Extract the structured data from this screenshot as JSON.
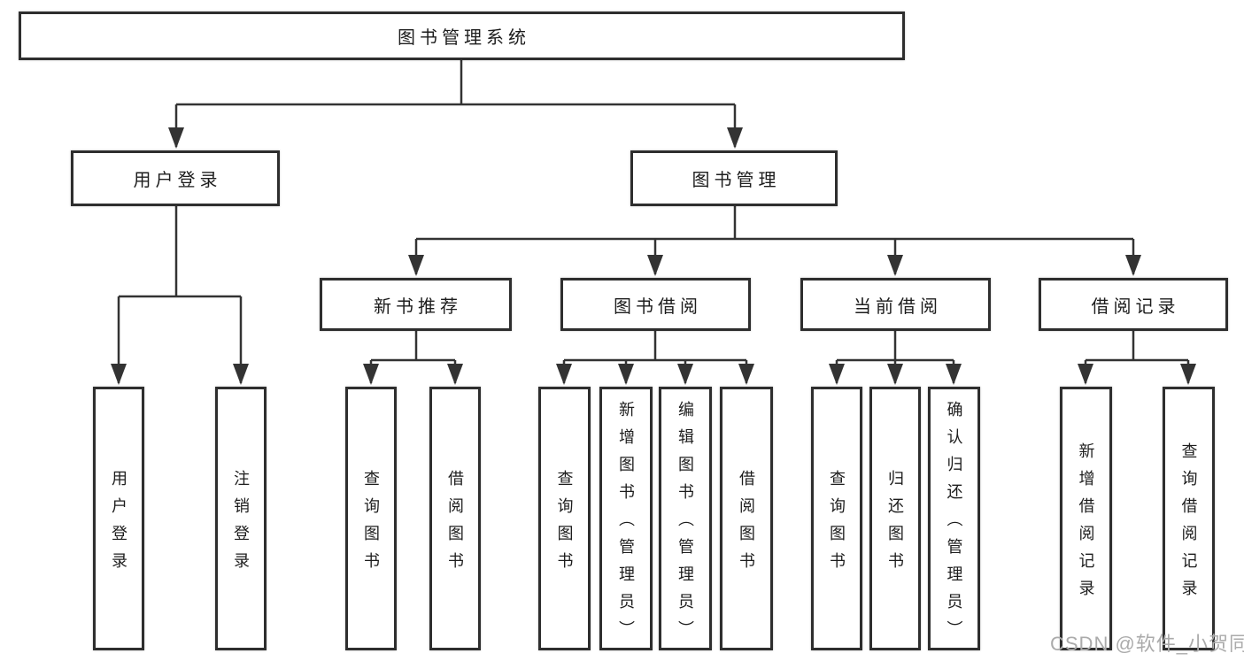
{
  "diagram_title": "图书管理系统",
  "nodes": {
    "root": "图书管理系统",
    "l2_user_login": "用户登录",
    "l2_book_mgmt": "图书管理",
    "l3_new_book": "新书推荐",
    "l3_book_borrow": "图书借阅",
    "l3_current_borrow": "当前借阅",
    "l3_borrow_record": "借阅记录",
    "leaf_user_login": "用户登录",
    "leaf_logout": "注销登录",
    "leaf_nb_query_book": "查询图书",
    "leaf_nb_borrow_book": "借阅图书",
    "leaf_bb_query_book": "查询图书",
    "leaf_bb_add_book": "新增图书（管理员）",
    "leaf_bb_edit_book": "编辑图书（管理员）",
    "leaf_bb_borrow_book": "借阅图书",
    "leaf_cb_query_book": "查询图书",
    "leaf_cb_return_book": "归还图书",
    "leaf_cb_confirm_return": "确认归还（管理员）",
    "leaf_br_add_record": "新增借阅记录",
    "leaf_br_query_record": "查询借阅记录"
  },
  "watermark": "CSDN @软件_小贺同学",
  "colors": {
    "line": "#333333",
    "box_border": "#2e2e2e",
    "text": "#1d1d1d",
    "watermark": "#ababab",
    "background": "#ffffff"
  }
}
